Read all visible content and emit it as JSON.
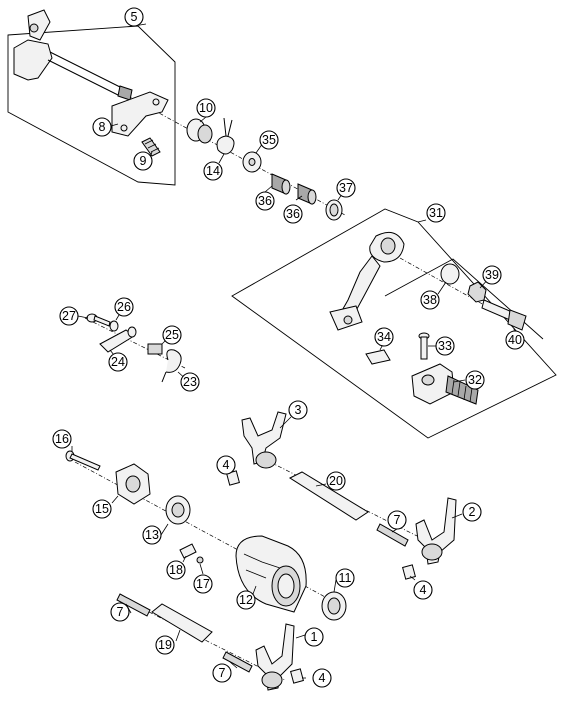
{
  "callouts": [
    {
      "id": "c5",
      "label": "5"
    },
    {
      "id": "c8",
      "label": "8"
    },
    {
      "id": "c9",
      "label": "9"
    },
    {
      "id": "c10",
      "label": "10"
    },
    {
      "id": "c14",
      "label": "14"
    },
    {
      "id": "c35",
      "label": "35"
    },
    {
      "id": "c36a",
      "label": "36"
    },
    {
      "id": "c36b",
      "label": "36"
    },
    {
      "id": "c37",
      "label": "37"
    },
    {
      "id": "c31",
      "label": "31"
    },
    {
      "id": "c39",
      "label": "39"
    },
    {
      "id": "c38",
      "label": "38"
    },
    {
      "id": "c40",
      "label": "40"
    },
    {
      "id": "c34",
      "label": "34"
    },
    {
      "id": "c33",
      "label": "33"
    },
    {
      "id": "c32",
      "label": "32"
    },
    {
      "id": "c27",
      "label": "27"
    },
    {
      "id": "c26",
      "label": "26"
    },
    {
      "id": "c25",
      "label": "25"
    },
    {
      "id": "c24",
      "label": "24"
    },
    {
      "id": "c23",
      "label": "23"
    },
    {
      "id": "c3",
      "label": "3"
    },
    {
      "id": "c16",
      "label": "16"
    },
    {
      "id": "c4a",
      "label": "4"
    },
    {
      "id": "c20",
      "label": "20"
    },
    {
      "id": "c2",
      "label": "2"
    },
    {
      "id": "c7a",
      "label": "7"
    },
    {
      "id": "c15",
      "label": "15"
    },
    {
      "id": "c13",
      "label": "13"
    },
    {
      "id": "c18",
      "label": "18"
    },
    {
      "id": "c17",
      "label": "17"
    },
    {
      "id": "c12",
      "label": "12"
    },
    {
      "id": "c11",
      "label": "11"
    },
    {
      "id": "c4b",
      "label": "4"
    },
    {
      "id": "c7b",
      "label": "7"
    },
    {
      "id": "c19",
      "label": "19"
    },
    {
      "id": "c1",
      "label": "1"
    },
    {
      "id": "c7c",
      "label": "7"
    },
    {
      "id": "c4c",
      "label": "4"
    }
  ]
}
